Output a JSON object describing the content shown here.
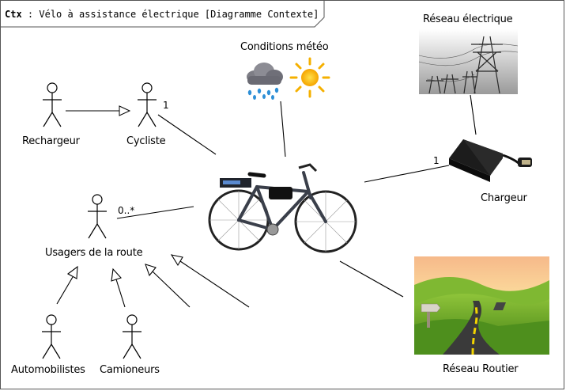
{
  "diagram": {
    "header": {
      "keyword": "Ctx",
      "separator": " : ",
      "title": "Vélo à assistance électrique [Diagramme Contexte]"
    },
    "actors": {
      "rechargeur": "Rechargeur",
      "cycliste": "Cycliste",
      "usagers": "Usagers de la route",
      "automobilistes": "Automobilistes",
      "camioneurs": "Camioneurs"
    },
    "elements": {
      "meteo": "Conditions météo",
      "reseau_electrique": "Réseau électrique",
      "chargeur": "Chargeur",
      "reseau_routier": "Réseau Routier"
    },
    "multiplicities": {
      "cycliste": "1",
      "usagers": "0..*",
      "chargeur": "1"
    }
  }
}
